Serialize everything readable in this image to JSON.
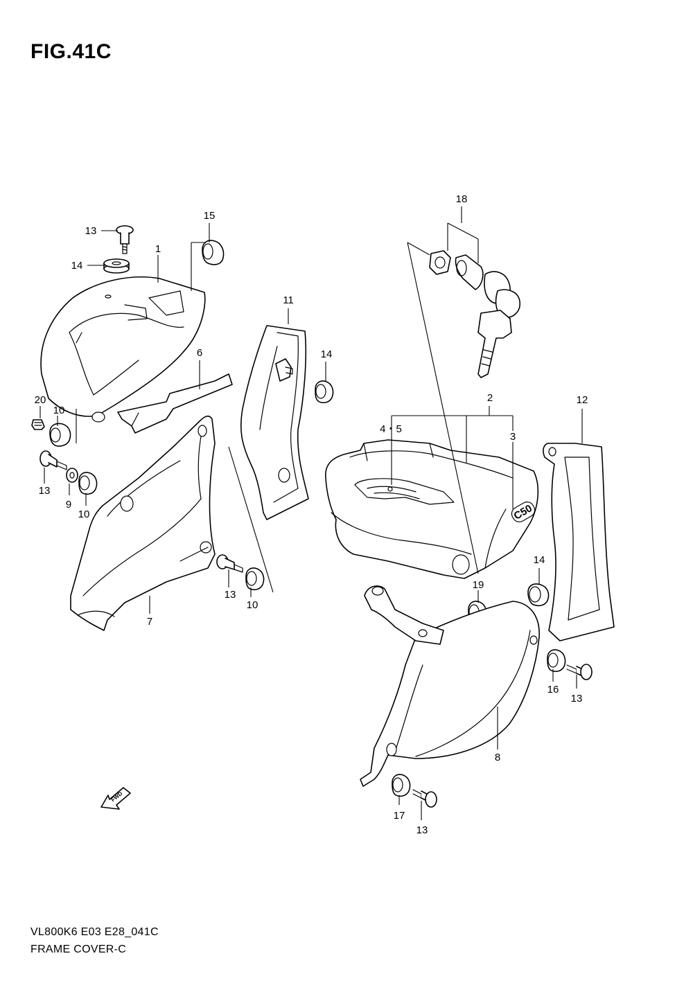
{
  "figure": {
    "title": "FIG.41C",
    "model_code": "VL800K6 E03 E28_041C",
    "caption": "FRAME COVER-C"
  },
  "callouts": {
    "c1": "1",
    "c2": "2",
    "c3": "3",
    "c45": "4・5",
    "c6": "6",
    "c7": "7",
    "c8": "8",
    "c9": "9",
    "c10a": "10",
    "c10b": "10",
    "c10c": "10",
    "c11": "11",
    "c12": "12",
    "c13a": "13",
    "c13b": "13",
    "c13c": "13",
    "c13d": "13",
    "c13e": "13",
    "c14a": "14",
    "c14b": "14",
    "c14c": "14",
    "c15": "15",
    "c16": "16",
    "c17": "17",
    "c18": "18",
    "c19": "19",
    "c20": "20"
  },
  "direction_marker": {
    "label": "FWD",
    "icon": "arrow-left-down-icon"
  },
  "emblem_text": "C50"
}
